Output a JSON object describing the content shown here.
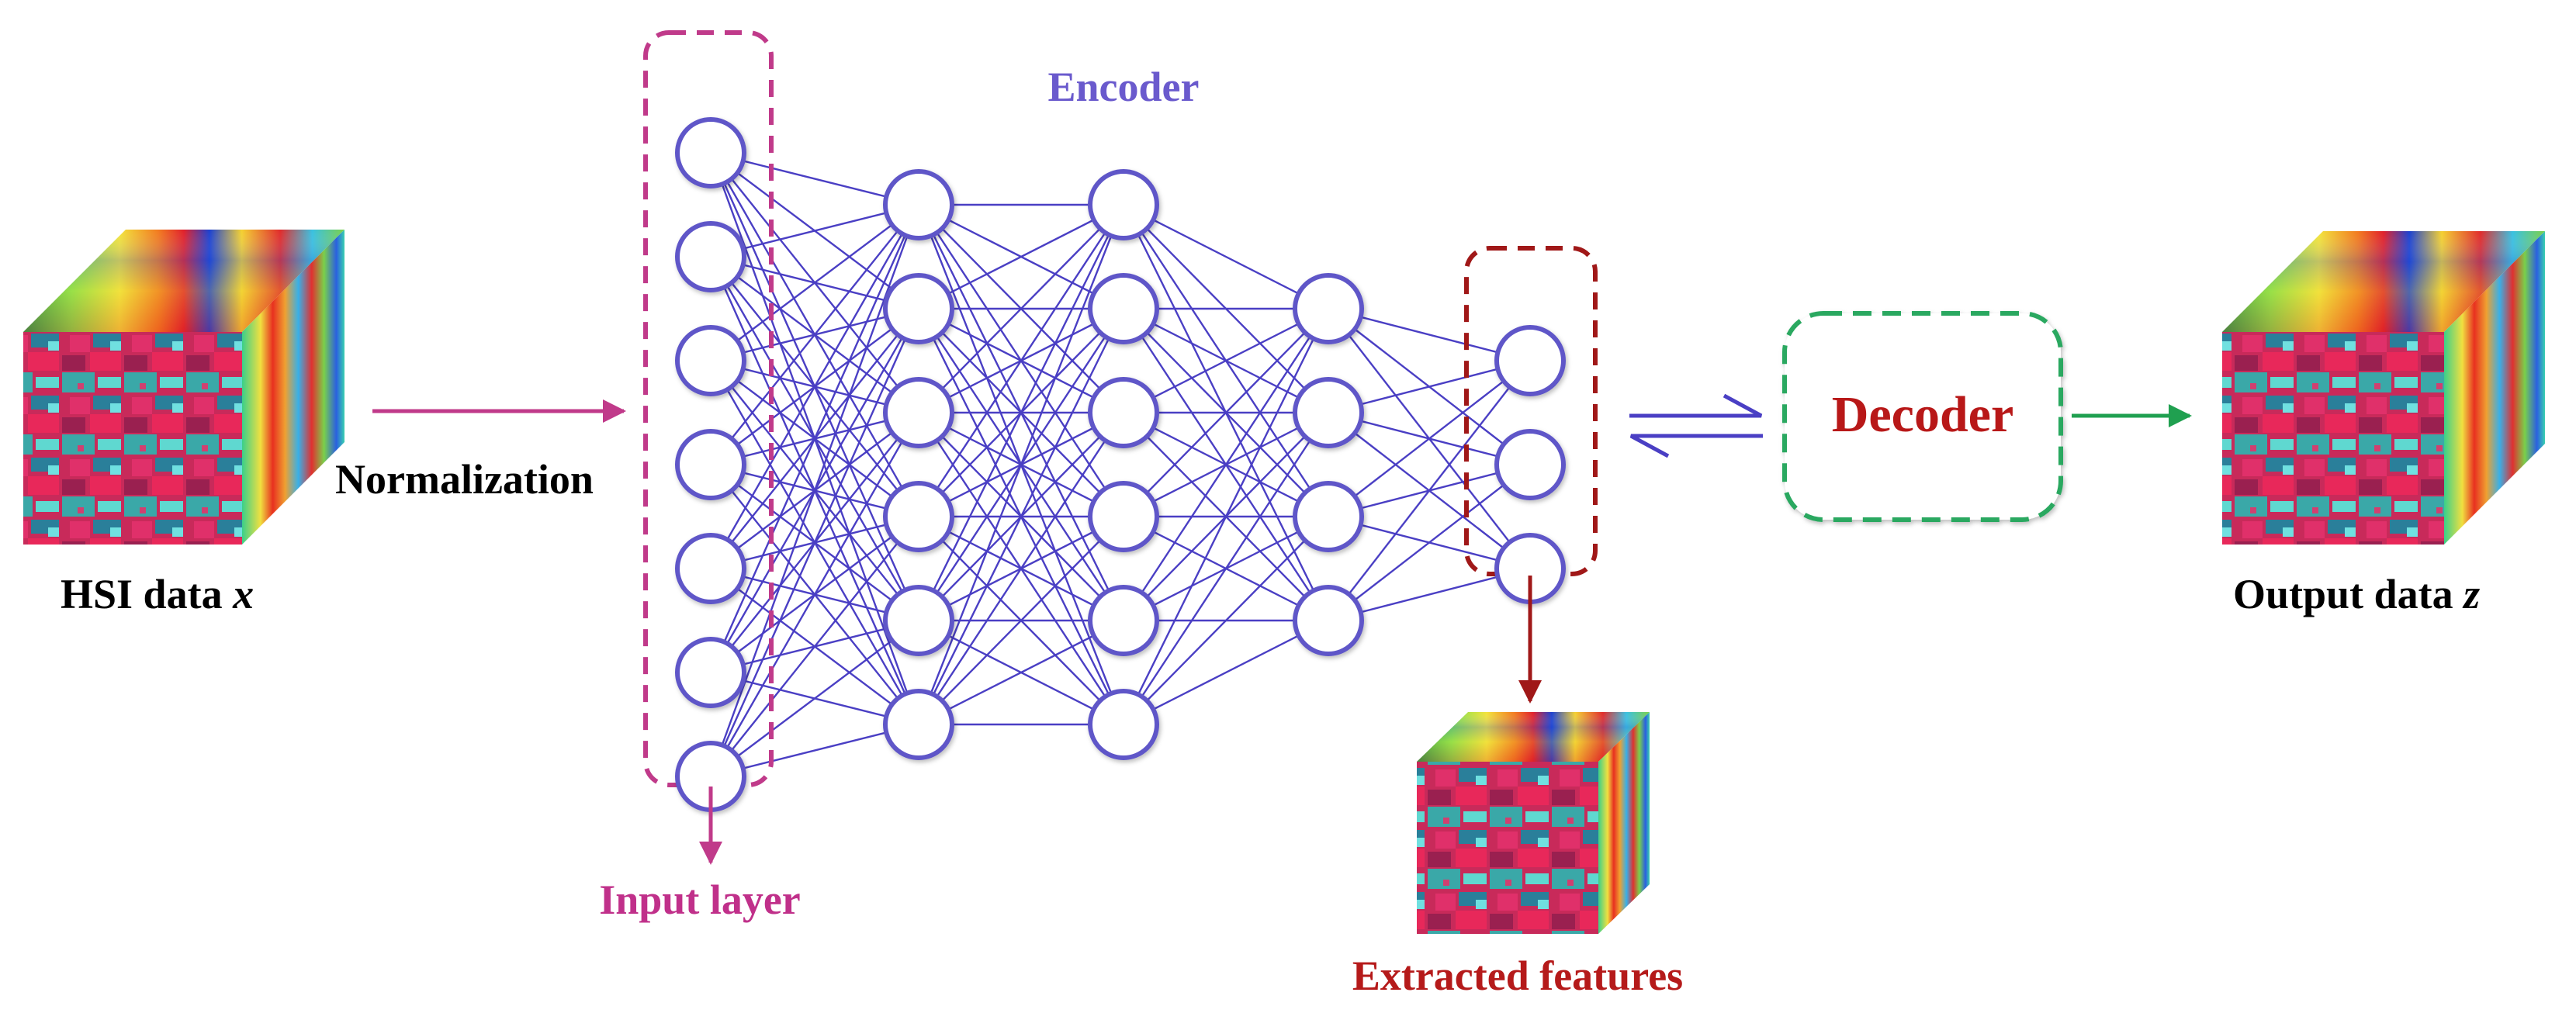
{
  "labels": {
    "hsi_prefix": "HSI data ",
    "hsi_var": "x",
    "normalization": "Normalization",
    "encoder": "Encoder",
    "input_layer": "Input layer",
    "extracted_features": "Extracted features",
    "decoder": "Decoder",
    "output_prefix": "Output data ",
    "output_var": "z"
  },
  "network": {
    "layers": [
      7,
      6,
      6,
      4,
      3
    ]
  },
  "colors": {
    "node_stroke": "#5e56c8",
    "edge": "#4a3fc4",
    "encoder_text": "#6a5acd",
    "input_box": "#c03a8a",
    "input_label": "#c0308a",
    "features_box": "#a01818",
    "features_label": "#b51a1a",
    "decoder_box": "#2aa860",
    "decoder_text": "#b81818",
    "black_text": "#000000"
  },
  "icons": [
    "hsi-cube-icon",
    "output-cube-icon",
    "features-cube-icon",
    "bidirectional-arrow-icon"
  ]
}
